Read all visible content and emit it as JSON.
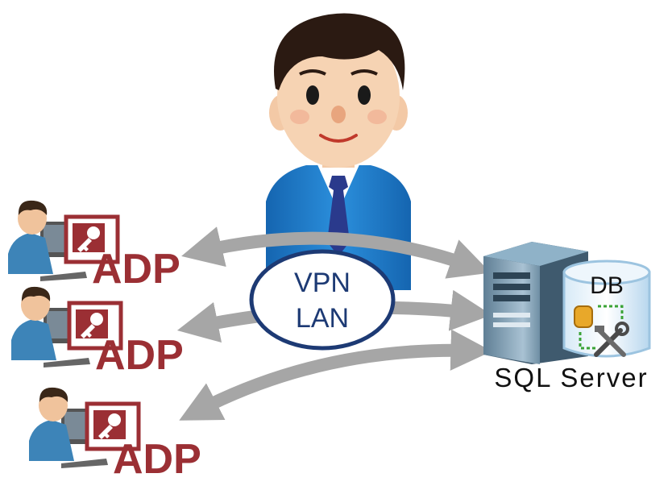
{
  "clients": [
    {
      "label": "ADP"
    },
    {
      "label": "ADP"
    },
    {
      "label": "ADP"
    }
  ],
  "network": {
    "line1": "VPN",
    "line2": "LAN"
  },
  "server": {
    "label": "SQL Server",
    "db_label": "DB"
  },
  "colors": {
    "adp_red": "#9b2f34",
    "arrow_gray": "#a6a6a6",
    "ellipse_border": "#1d3a74",
    "suit_blue": "#1f7fc8"
  },
  "icons": [
    "admin-person-icon",
    "client-user-icon",
    "access-key-icon",
    "server-tower-icon",
    "database-cylinder-icon",
    "tools-icon"
  ]
}
